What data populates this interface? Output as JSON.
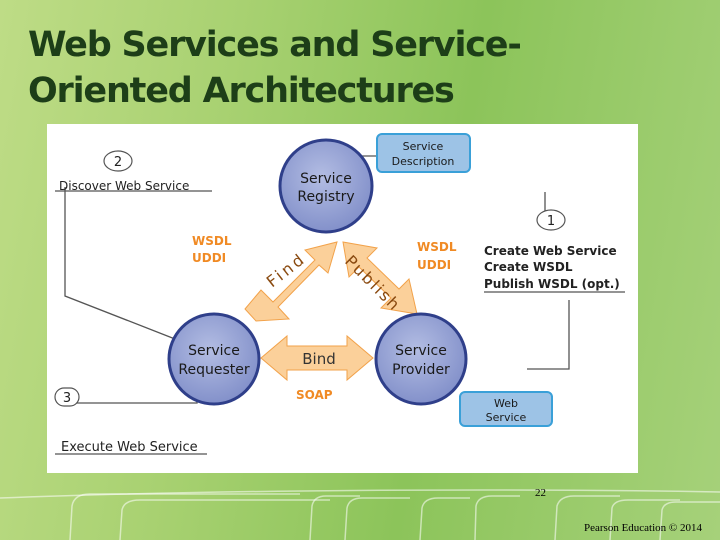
{
  "slide": {
    "title_line1": "Web Services and Service-",
    "title_line2": "Oriented Architectures",
    "page_number": "22",
    "copyright": "Pearson Education © 2014"
  },
  "diagram": {
    "nodes": {
      "registry": [
        "Service",
        "Registry"
      ],
      "requester": [
        "Service",
        "Requester"
      ],
      "provider": [
        "Service",
        "Provider"
      ]
    },
    "boxes": {
      "service_description": [
        "Service",
        "Description"
      ],
      "web_service": [
        "Web",
        "Service"
      ]
    },
    "steps": {
      "step1": {
        "number": "1",
        "lines": [
          "Create Web Service",
          "Create WSDL",
          "Publish WSDL  (opt.)"
        ]
      },
      "step2": {
        "number": "2",
        "label": "Discover Web Service"
      },
      "step3": {
        "number": "3",
        "label": "Execute Web Service"
      }
    },
    "arrows": {
      "find": "Find",
      "publish": "Publish",
      "bind": "Bind"
    },
    "protocols": {
      "left": [
        "WSDL",
        "UDDI"
      ],
      "right": [
        "WSDL",
        "UDDI"
      ],
      "bottom": "SOAP"
    },
    "colors": {
      "node_fill": "#8f9ccf",
      "node_stroke": "#2f3f8a",
      "arrow_fill": "#fbd09a",
      "protocol_text": "#f08a24",
      "box_fill": "#9dc3e6",
      "box_stroke": "#3aa0d8",
      "title_color": "#1d3e18"
    }
  }
}
